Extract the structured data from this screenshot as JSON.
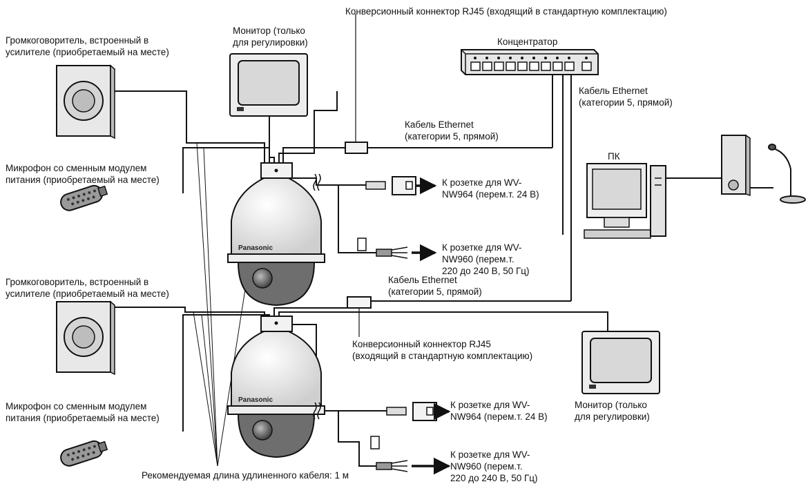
{
  "labels": {
    "rj45_top": "Конверсионный коннектор RJ45 (входящий в стандартную комплектацию)",
    "monitor_top": [
      "Монитор (только",
      "для регулировки)"
    ],
    "hub": "Концентратор",
    "speaker_top": [
      "Громкоговоритель, встроенный в",
      "усилителе (приобретаемый на месте)"
    ],
    "ethernet_hub_pc": [
      "Кабель Ethernet",
      "(категории 5, прямой)"
    ],
    "ethernet_cam1": [
      "Кабель Ethernet",
      "(категории 5, прямой)"
    ],
    "pc": "ПК",
    "mic_top": [
      "Микрофон со сменным модулем",
      "питания (приобретаемый на месте)"
    ],
    "outlet_964_top": [
      "К розетке для WV-",
      "NW964 (перем.т. 24 В)"
    ],
    "outlet_960_top": [
      "К розетке для WV-",
      "NW960 (перем.т.",
      "220 до 240 В, 50 Гц)"
    ],
    "speaker_bottom": [
      "Громкоговоритель, встроенный в",
      "усилителе (приобретаемый на месте)"
    ],
    "ethernet_cam2": [
      "Кабель Ethernet",
      "(категории 5, прямой)"
    ],
    "rj45_bottom": [
      "Конверсионный коннектор RJ45",
      "(входящий в стандартную комплектацию)"
    ],
    "mic_bottom": [
      "Микрофон со сменным модулем",
      "питания (приобретаемый на месте)"
    ],
    "outlet_964_bottom": [
      "К розетке для WV-",
      "NW964 (перем.т. 24 В)"
    ],
    "monitor_bottom": [
      "Монитор (только",
      "для регулировки)"
    ],
    "outlet_960_bottom": [
      "К розетке для WV-",
      "NW960 (перем.т.",
      "220 до 240 В, 50 Гц)"
    ],
    "cable_length": "Рекомендуемая длина удлиненного кабеля: 1 м"
  },
  "camera_brand": "Panasonic",
  "colors": {
    "line": "#111111",
    "device_fill": "#e9e9e9",
    "screen": "#d8d8d8"
  },
  "icons": [
    "speaker-icon",
    "microphone-icon",
    "monitor-icon",
    "hub-icon",
    "pc-icon",
    "dome-camera-icon",
    "power-plug-icon",
    "rj45-connector-icon",
    "arrow-right-icon"
  ]
}
